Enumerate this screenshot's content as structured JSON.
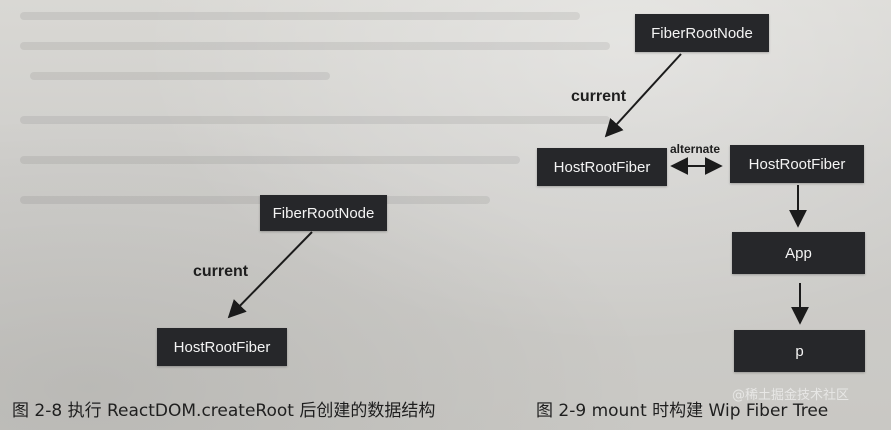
{
  "figure_left": {
    "node_top": "FiberRootNode",
    "edge_label": "current",
    "node_bottom": "HostRootFiber",
    "caption": "图 2-8   执行 ReactDOM.createRoot 后创建的数据结构"
  },
  "figure_right": {
    "node_root": "FiberRootNode",
    "edge_current": "current",
    "node_current": "HostRootFiber",
    "edge_alternate": "alternate",
    "node_wip": "HostRootFiber",
    "node_app": "App",
    "node_p": "p",
    "caption": "图 2-9   mount 时构建 Wip Fiber Tree"
  },
  "watermark": "@稀土掘金技术社区",
  "colors": {
    "box_fill": "#26272a",
    "box_text": "#f4f4f4",
    "arrow": "#1b1b1b",
    "paper": "#d3d2ce"
  }
}
